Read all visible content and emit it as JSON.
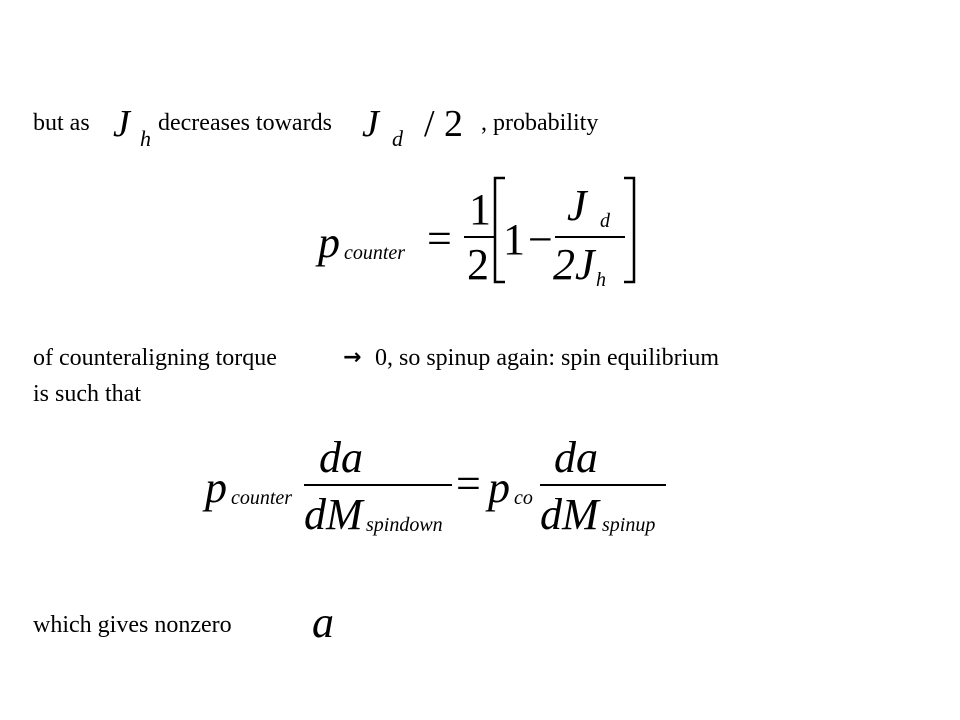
{
  "line1": {
    "prefix": "but as",
    "middle": "decreases towards",
    "suffix": ", probability"
  },
  "inline_math": {
    "J": "J",
    "h_sub": "h",
    "d_sub": "d",
    "slash": "/",
    "two": "2"
  },
  "eq1": {
    "p": "p",
    "counter_sub": "counter",
    "equals": "=",
    "one": "1",
    "two": "2",
    "one_minus": "1",
    "minus": "−",
    "J": "J",
    "d_sub": "d",
    "two_J": "2J",
    "h_sub": "h"
  },
  "para2": {
    "line1": "of counteraligning torque",
    "arrow_glyph": "→",
    "line1_rest": "0, so spinup again: spin equilibrium",
    "line2": "is such that"
  },
  "eq2": {
    "p": "p",
    "counter_sub": "counter",
    "da": "da",
    "dM": "dM",
    "spindown_sub": "spindown",
    "equals": "=",
    "co_sub": "co",
    "spinup_sub": "spinup"
  },
  "line_last": {
    "text": "which gives nonzero",
    "a": "a"
  }
}
